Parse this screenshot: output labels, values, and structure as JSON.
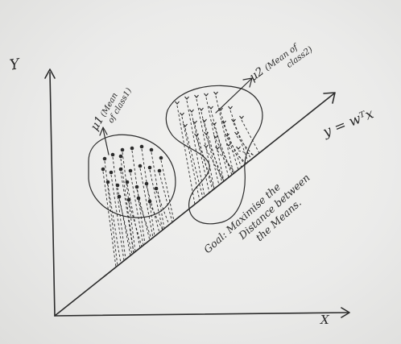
{
  "labels": {
    "y_axis": "Y",
    "x_axis": "X",
    "mu1_symbol": "μ1",
    "mu1_desc_line1": "(Mean",
    "mu1_desc_line2": "of class1)",
    "mu2_symbol": "μ2",
    "mu2_desc_line1": "(Mean of",
    "mu2_desc_line2": "class2)",
    "projection_line": "y = wᵀx",
    "goal_line1": "Goal: Maximise the",
    "goal_line2": "Distance between",
    "goal_line3": "the Means."
  },
  "colors": {
    "ink": "#2b2b2b",
    "paper": "#ececea"
  }
}
